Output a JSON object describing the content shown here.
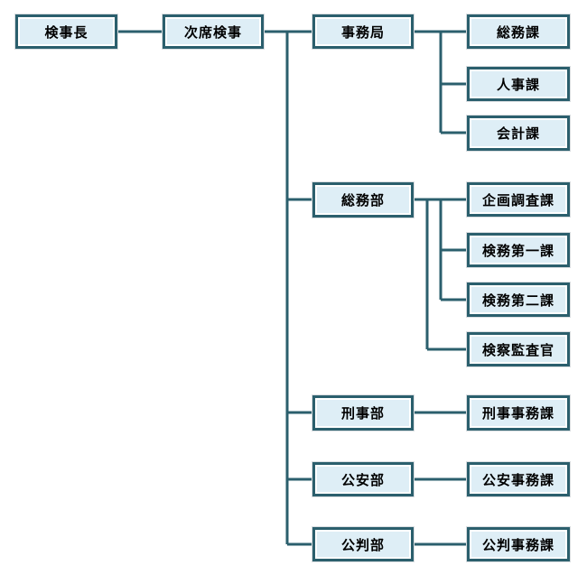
{
  "page": {
    "background": "#ffffff"
  },
  "palette": {
    "box_border": "#2b5f6d",
    "box_fill": "#deeef6",
    "connector_line": "#2b5f6d",
    "text": "#000000"
  },
  "org": {
    "type": "org-chart",
    "root": {
      "label": "検事長"
    },
    "deputy": {
      "label": "次席検事"
    },
    "branches": [
      {
        "label": "事務局",
        "children": [
          {
            "label": "総務課"
          },
          {
            "label": "人事課"
          },
          {
            "label": "会計課"
          }
        ]
      },
      {
        "label": "総務部",
        "children": [
          {
            "label": "企画調査課"
          },
          {
            "label": "検務第一課"
          },
          {
            "label": "検務第二課"
          },
          {
            "label": "検察監査官"
          }
        ]
      },
      {
        "label": "刑事部",
        "children": [
          {
            "label": "刑事事務課"
          }
        ]
      },
      {
        "label": "公安部",
        "children": [
          {
            "label": "公安事務課"
          }
        ]
      },
      {
        "label": "公判部",
        "children": [
          {
            "label": "公判事務課"
          }
        ]
      }
    ]
  }
}
